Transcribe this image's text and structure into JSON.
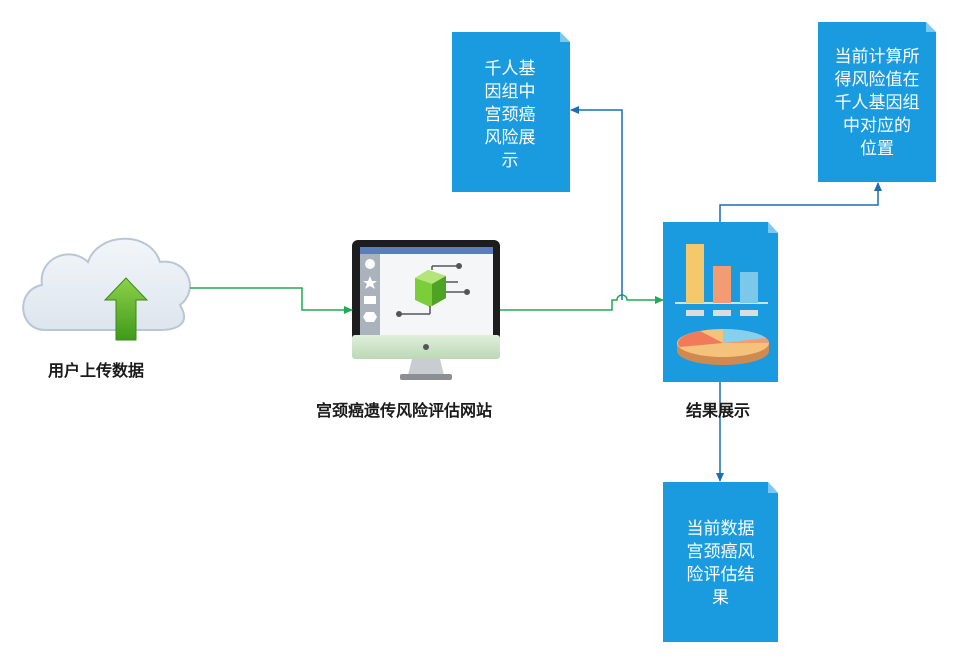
{
  "nodes": {
    "upload": {
      "label": "用户上传数据",
      "icon": "cloud-upload-icon"
    },
    "website": {
      "label": "宫颈癌遗传风险评估网站",
      "icon": "monitor-icon"
    },
    "result": {
      "label": "结果展示",
      "icon": "chart-document-icon"
    },
    "doc_population": {
      "text": "千人基\n因组中\n宫颈癌\n风险展\n示"
    },
    "doc_position": {
      "text": "当前计算所\n得风险值在\n千人基因组\n中对应的\n位置"
    },
    "doc_current": {
      "text": "当前数据\n宫颈癌风\n险评估结\n果"
    }
  },
  "colors": {
    "document_fill": "#1a9be0",
    "green_arrow": "#22aa55",
    "blue_arrow": "#1a6fb5"
  }
}
